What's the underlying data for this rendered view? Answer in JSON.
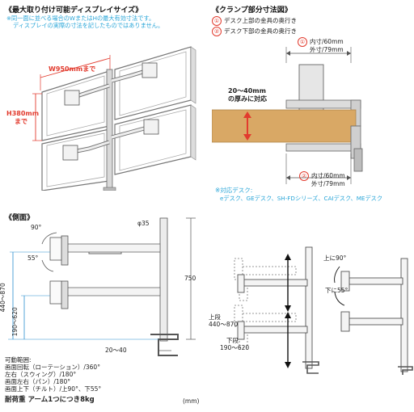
{
  "panel_top_left": {
    "title": "《最大取り付け可能ディスプレイサイズ》",
    "note_line1": "※同一面に並べる場合のWまたはHの最大有効寸法です。",
    "note_line2": "ディスプレイの実際の寸法を記したものではありません。",
    "width_label": "W950mmまで",
    "height_label_1": "H380mm",
    "height_label_2": "まで"
  },
  "panel_top_right": {
    "title": "《クランプ部分寸法図》",
    "legend_1_num": "①",
    "legend_1": "デスク上部の金具の奥行き",
    "legend_2_num": "②",
    "legend_2": "デスク下部の金具の奥行き",
    "dim1_num": "①",
    "dim1_inner": "内寸/60mm",
    "dim1_outer": "外寸/79mm",
    "thickness_1": "20～40mm",
    "thickness_2": "の厚みに対応",
    "dim2_num": "②",
    "dim2_inner": "内寸/60mm",
    "dim2_outer": "外寸/79mm",
    "compat_title": "※対応デスク:",
    "compat_list": "eデスク、GEデスク、SH-FDシリーズ、CAIデスク、MEデスク"
  },
  "panel_bottom_left": {
    "title": "《側面》",
    "angle_top": "90°",
    "angle_mid": "55°",
    "pole_dia": "φ35",
    "height_total": "750",
    "range_upper": "440～870",
    "range_lower": "190～620",
    "clamp_range": "20～40",
    "spec_head": "可動範囲:",
    "spec_1": "画面回転（ローテーション）/360°",
    "spec_2": "左右（スウィング）/180°",
    "spec_3": "画面左右（パン）/180°",
    "spec_4": "画面上下（チルト）/上90°、下55°",
    "load": "耐荷重 アーム1つにつき8kg",
    "unit": "(mm)"
  },
  "panel_bottom_right": {
    "tilt_up": "上に90°",
    "tilt_down": "下に55°",
    "upper_label": "上段",
    "upper_range": "440～870",
    "lower_label": "下段",
    "lower_range": "190～620"
  }
}
